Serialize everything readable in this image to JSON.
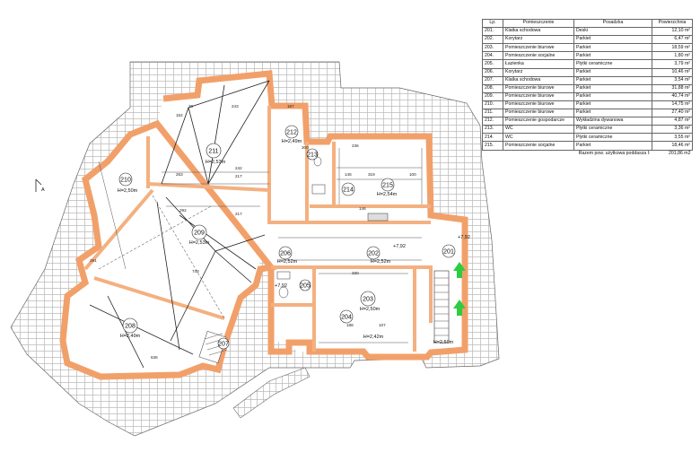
{
  "table": {
    "headers": [
      "Lp.",
      "Pomieszczenie",
      "Posadzka",
      "Powierzchnia"
    ],
    "rows": [
      [
        "201.",
        "Klatka schodowa",
        "Deski",
        "12,10 m²"
      ],
      [
        "202.",
        "Korytarz",
        "Parkiet",
        "6,47 m²"
      ],
      [
        "203.",
        "Pomieszczenie biurowe",
        "Parkiet",
        "18,59 m²"
      ],
      [
        "204.",
        "Pomieszczenie socjalne",
        "Parkiet",
        "1,80 m²"
      ],
      [
        "205.",
        "Łazienka",
        "Płytki ceramiczne",
        "3,79 m²"
      ],
      [
        "206.",
        "Korytarz",
        "Parkiet",
        "10,46 m²"
      ],
      [
        "207.",
        "Klatka schodowa",
        "Parkiet",
        "3,54 m²"
      ],
      [
        "208.",
        "Pomieszczenie biurowe",
        "Parkiet",
        "31,88 m²"
      ],
      [
        "209.",
        "Pomieszczenie biurowe",
        "Parkiet",
        "40,74 m²"
      ],
      [
        "210.",
        "Pomieszczenie biurowe",
        "Parkiet",
        "14,75 m²"
      ],
      [
        "211.",
        "Pomieszczenie biurowe",
        "Parkiet",
        "27,40 m²"
      ],
      [
        "212.",
        "Pomieszczenie gospodarcze",
        "Wykładzina dywanowa",
        "4,87 m²"
      ],
      [
        "213.",
        "WC",
        "Płytki ceramiczne",
        "3,36 m²"
      ],
      [
        "214.",
        "WC",
        "Płytki ceramiczne",
        "3,55 m²"
      ],
      [
        "215.",
        "Pomieszczenie socjalne",
        "Parkiet",
        "18,46 m²"
      ]
    ],
    "total_label": "Razem pow. użytkowa poddasza I:",
    "total_value": "201,86 m2"
  },
  "rooms": {
    "r201": {
      "num": "201",
      "h": "H=2,50m"
    },
    "r202": {
      "num": "202",
      "h": "H=2,52m"
    },
    "r203": {
      "num": "203",
      "h": "H=2,50m"
    },
    "r204": {
      "num": "204",
      "h": "H=2,42m"
    },
    "r205": {
      "num": "205",
      "h": ""
    },
    "r206": {
      "num": "206",
      "h": "H=2,52m"
    },
    "r207": {
      "num": "207",
      "h": ""
    },
    "r208": {
      "num": "208",
      "h": "H=2,49m"
    },
    "r209": {
      "num": "209",
      "h": "H=2,53m"
    },
    "r210": {
      "num": "210",
      "h": "H=2,50m"
    },
    "r211": {
      "num": "211",
      "h": "H=2,53m"
    },
    "r212": {
      "num": "212",
      "h": "H=2,49m"
    },
    "r213": {
      "num": "213",
      "h": ""
    },
    "r214": {
      "num": "214",
      "h": ""
    },
    "r215": {
      "num": "215",
      "h": "H=2,54m"
    }
  },
  "levels": {
    "l1": "+7,92",
    "l2": "+7,92",
    "l3": "+7,92"
  },
  "section_mark": "A",
  "dims": {
    "d1": "242",
    "d2": "217",
    "d3": "253",
    "d4": "319",
    "d5": "330",
    "d6": "292",
    "d7": "236",
    "d8": "145",
    "d9": "100",
    "d10": "107",
    "d11": "188",
    "d12": "146",
    "d13": "743",
    "d14": "636",
    "d15": "291",
    "d16": "300",
    "d17": "217",
    "d18": "152",
    "d19": "243",
    "d20": "157",
    "d21": "20"
  },
  "colors": {
    "wall": "#f2a06a",
    "arrow": "#2ecc40"
  }
}
